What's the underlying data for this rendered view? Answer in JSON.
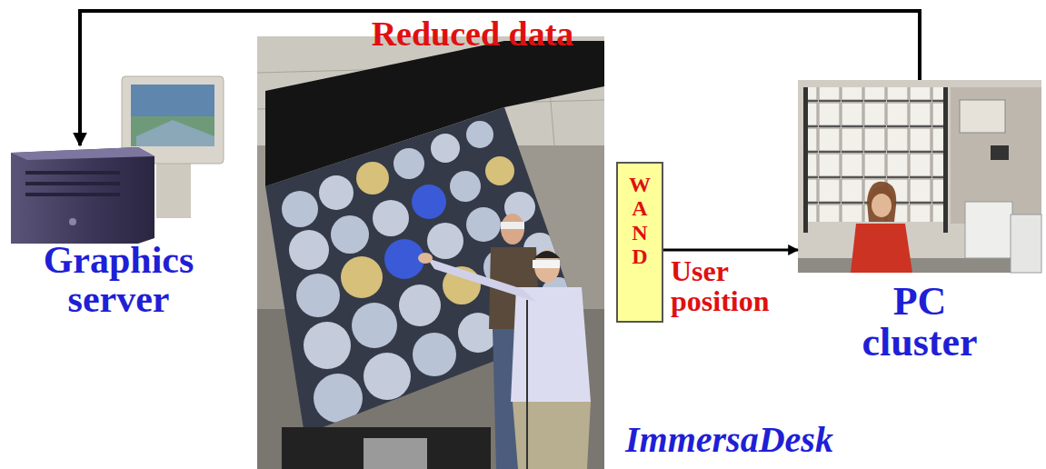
{
  "diagram": {
    "nodes": [
      {
        "text": [
          "Graphics server"
        ]
      },
      {
        "text": [
          "ImmersaDesk"
        ]
      },
      {
        "text": [
          "WAND"
        ]
      },
      {
        "text": [
          "PC cluster"
        ]
      }
    ],
    "edges": [
      {
        "from": 3,
        "to": 0,
        "label": "Reduced data",
        "arrow": "to"
      },
      {
        "from": 2,
        "to": 3,
        "label": "User position",
        "arrow": "to"
      }
    ]
  }
}
